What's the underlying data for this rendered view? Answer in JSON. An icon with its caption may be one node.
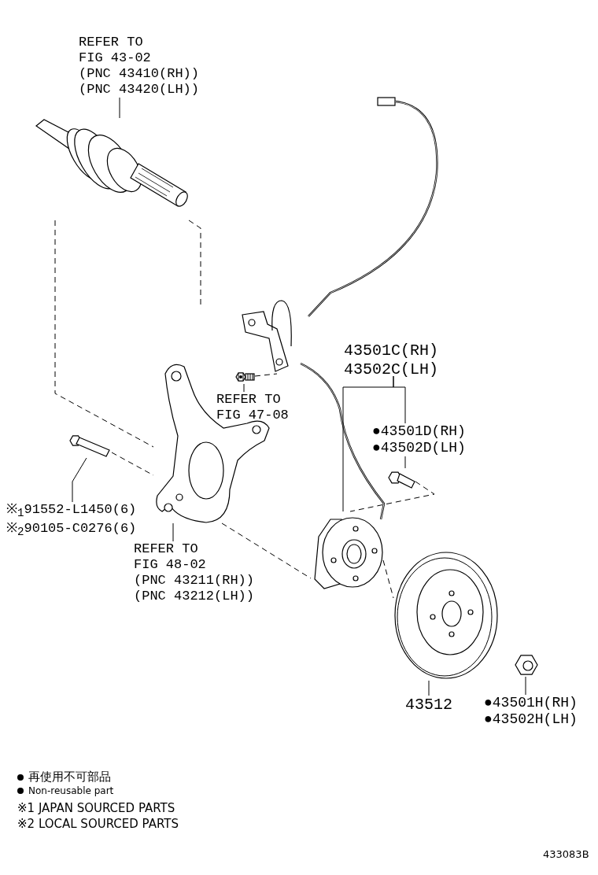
{
  "diagram": {
    "nodes": [
      {
        "text": [
          "REFER TO FIG 43-02 (PNC 43410(RH)) (PNC 43420(LH))"
        ]
      },
      {
        "text": [],
        "shape": "picture"
      },
      {
        "text": [],
        "shape": "picture"
      },
      {
        "text": [
          "43501C(RH) 43502C(LH)"
        ]
      },
      {
        "text": [],
        "shape": "picture"
      },
      {
        "text": [
          "REFER TO FIG 47-08"
        ]
      },
      {
        "text": [],
        "shape": "picture"
      },
      {
        "text": [
          "●43501D(RH) ●43502D(LH)"
        ]
      },
      {
        "text": [],
        "shape": "picture"
      },
      {
        "text": [],
        "shape": "picture"
      },
      {
        "text": [
          "※$_{1}$91552-L1450(6) ※$_{2}$90105-C0276(6)"
        ]
      },
      {
        "text": [
          "REFER TO FIG 48-02 (PNC 43211(RH)) (PNC 43212(LH))"
        ]
      },
      {
        "text": [],
        "shape": "picture"
      },
      {
        "text": [],
        "shape": "picture"
      },
      {
        "text": [
          "43512"
        ]
      },
      {
        "text": [],
        "shape": "picture"
      },
      {
        "text": [
          "●43501H(RH) ●43502H(LH)"
        ]
      }
    ],
    "edges": [
      {
        "from": 0,
        "to": 1,
        "arrow": "none"
      },
      {
        "from": 5,
        "to": 4,
        "arrow": "none"
      },
      {
        "from": 3,
        "to": 12,
        "arrow": "none"
      },
      {
        "from": 3,
        "to": 7,
        "arrow": "none"
      },
      {
        "from": 7,
        "to": 8,
        "arrow": "none"
      },
      {
        "from": 10,
        "to": 9,
        "arrow": "none"
      },
      {
        "from": 11,
        "to": 6,
        "arrow": "none"
      },
      {
        "from": 14,
        "to": 13,
        "arrow": "none"
      },
      {
        "from": 16,
        "to": 15,
        "arrow": "none"
      },
      {
        "from": 1,
        "to": 6,
        "arrow": "none",
        "style": "dashed"
      },
      {
        "from": 4,
        "to": 2,
        "arrow": "none",
        "style": "dashed"
      },
      {
        "from": 9,
        "to": 6,
        "arrow": "none",
        "style": "dashed"
      },
      {
        "from": 6,
        "to": 12,
        "arrow": "none",
        "style": "dashed"
      },
      {
        "from": 8,
        "to": 12,
        "arrow": "none",
        "style": "dashed"
      },
      {
        "from": 12,
        "to": 13,
        "arrow": "none",
        "style": "dashed"
      }
    ],
    "labels": [
      "※1 JAPAN SOURCED PARTS",
      "※2 LOCAL SOURCED PARTS",
      "433083B"
    ],
    "legend": [
      {
        "text": "再使用不可部品"
      },
      {
        "text": "Non-reusable part"
      }
    ]
  }
}
